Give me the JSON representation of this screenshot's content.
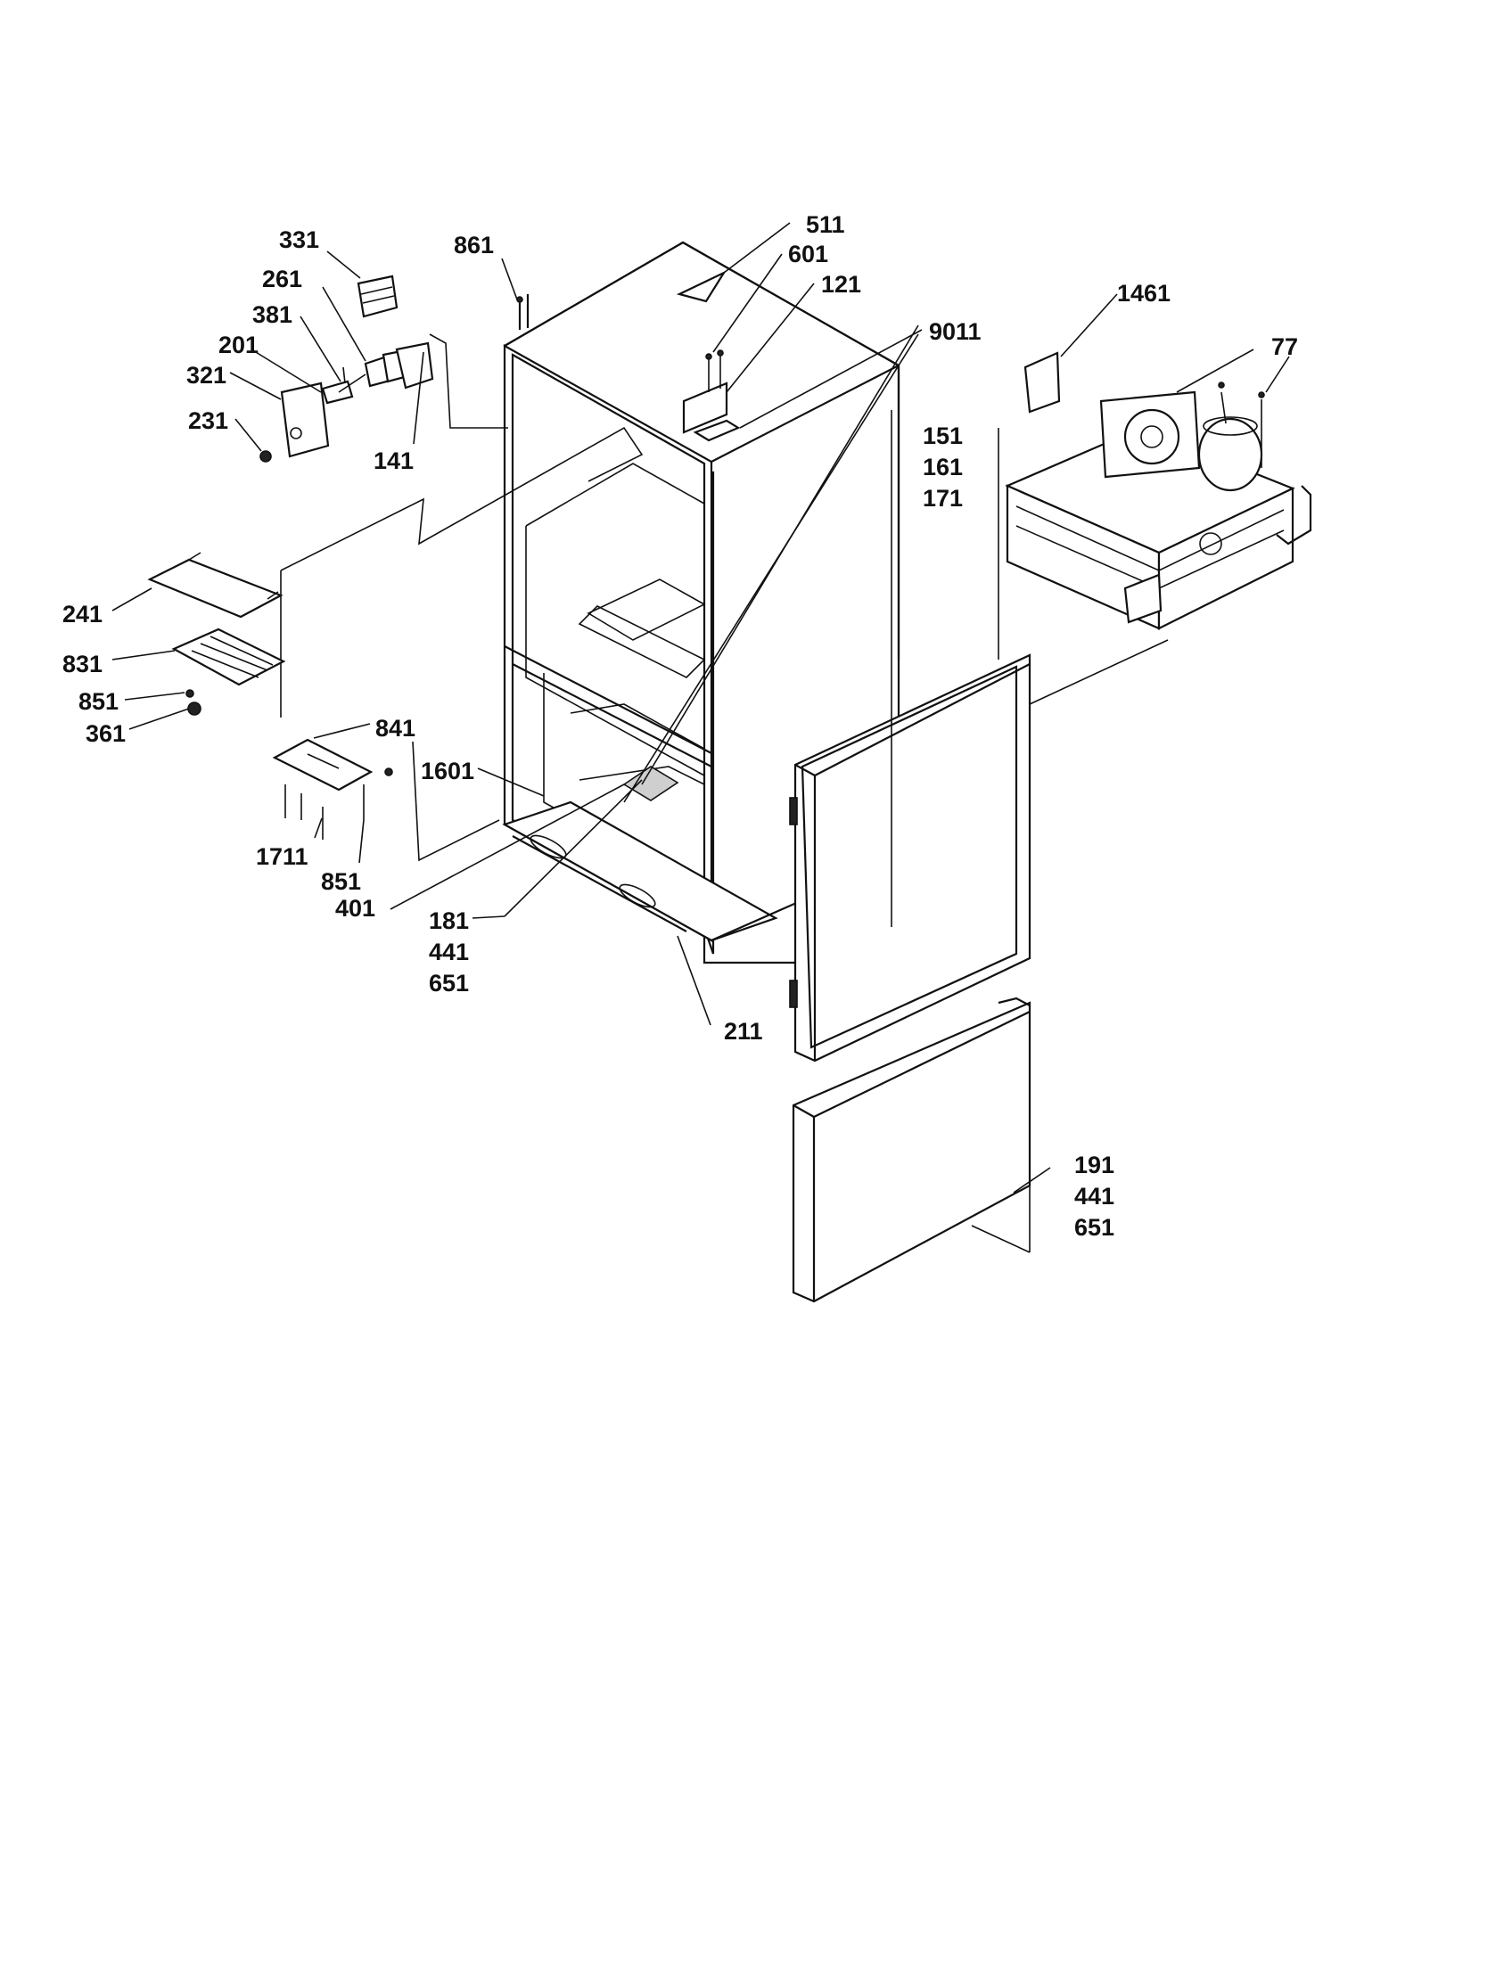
{
  "callouts": {
    "c331": "331",
    "c861": "861",
    "c511": "511",
    "c601": "601",
    "c121": "121",
    "c9011": "9011",
    "c1461": "1461",
    "c77": "77",
    "c261": "261",
    "c381": "381",
    "c201": "201",
    "c321": "321",
    "c231": "231",
    "c141": "141",
    "c151": "151",
    "c161": "161",
    "c171": "171",
    "c241": "241",
    "c831": "831",
    "c851a": "851",
    "c361": "361",
    "c841": "841",
    "c1601": "1601",
    "c1711": "1711",
    "c851b": "851",
    "c401": "401",
    "c181": "181",
    "c441a": "441",
    "c651a": "651",
    "c211": "211",
    "c191": "191",
    "c441b": "441",
    "c651b": "651"
  }
}
